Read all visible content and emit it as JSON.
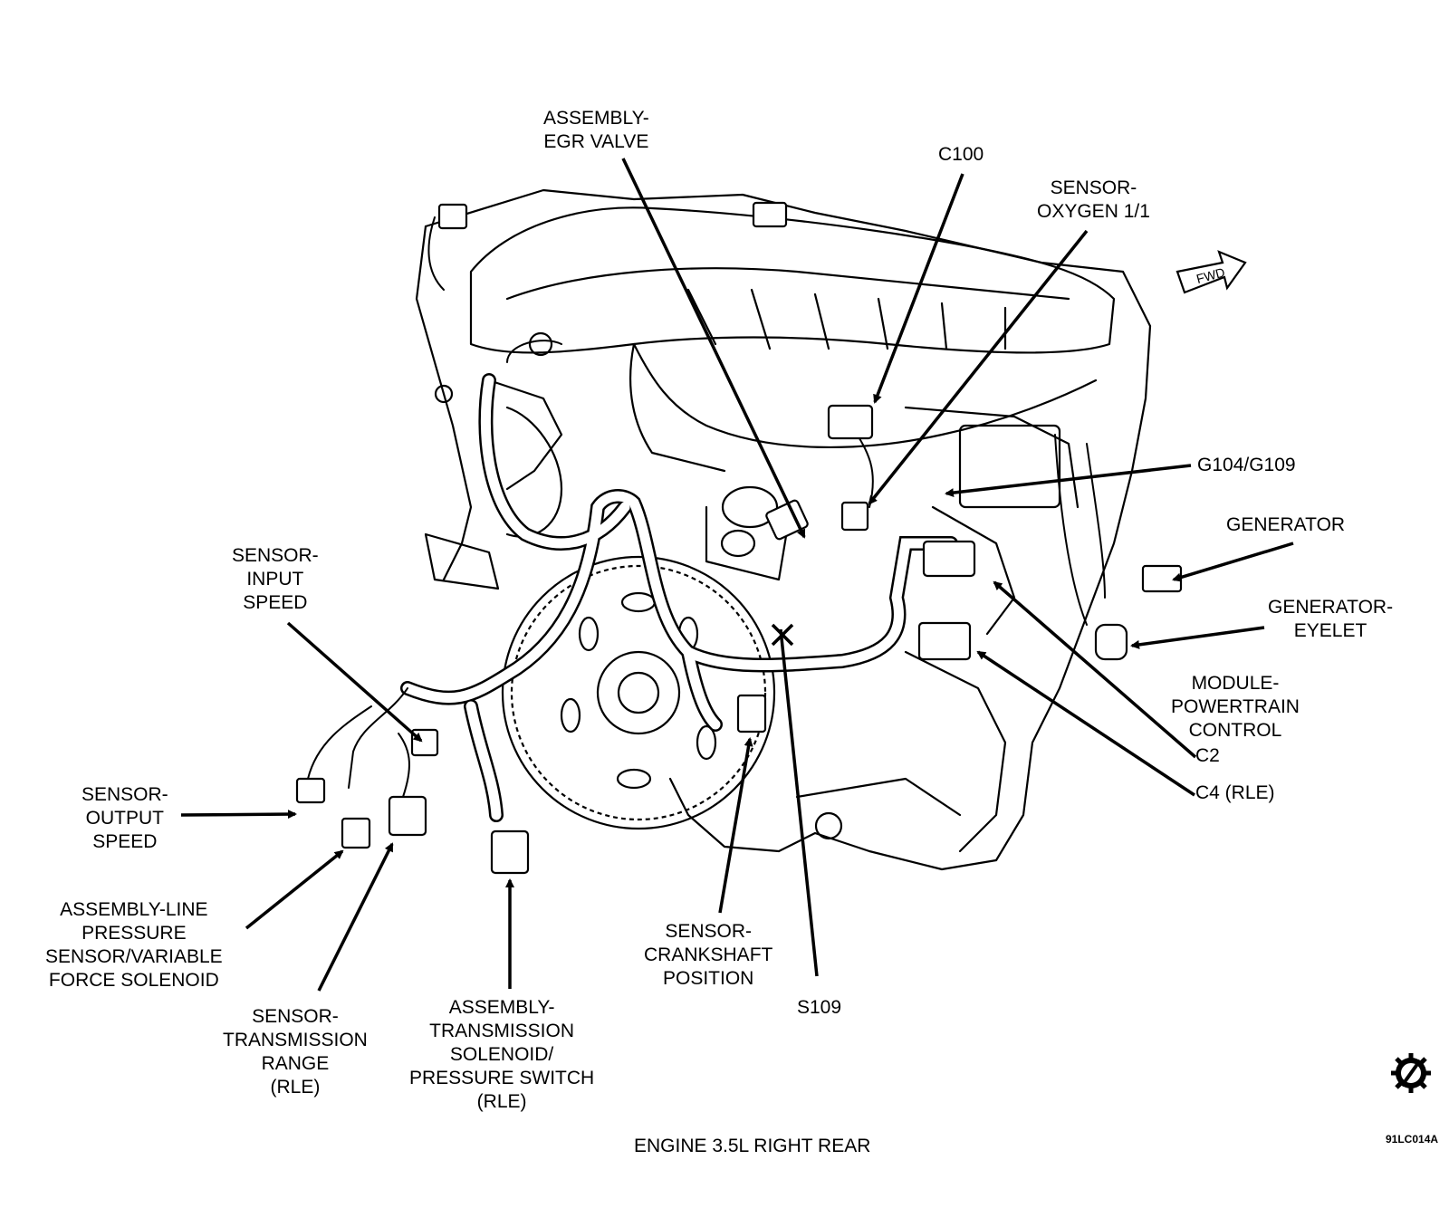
{
  "caption": "ENGINE 3.5L RIGHT REAR",
  "figure_code": "91LC014A",
  "fwd_label": "FWD",
  "icon": "service-gear-icon",
  "labels": {
    "egr_valve": [
      "ASSEMBLY-",
      "EGR VALVE"
    ],
    "c100": [
      "C100"
    ],
    "oxygen_sensor": [
      "SENSOR-",
      "OXYGEN 1/1"
    ],
    "g104_g109": [
      "G104/G109"
    ],
    "generator": [
      "GENERATOR"
    ],
    "generator_eyelet": [
      "GENERATOR-",
      "EYELET"
    ],
    "pcm": [
      "MODULE-",
      "POWERTRAIN",
      "CONTROL"
    ],
    "c2": [
      "C2"
    ],
    "c4": [
      "C4 (RLE)"
    ],
    "input_speed": [
      "SENSOR-",
      "INPUT",
      "SPEED"
    ],
    "output_speed": [
      "SENSOR-",
      "OUTPUT",
      "SPEED"
    ],
    "line_pressure": [
      "ASSEMBLY-LINE",
      "PRESSURE",
      "SENSOR/VARIABLE",
      "FORCE SOLENOID"
    ],
    "trans_range": [
      "SENSOR-",
      "TRANSMISSION",
      "RANGE",
      "(RLE)"
    ],
    "trans_solenoid": [
      "ASSEMBLY-",
      "TRANSMISSION",
      "SOLENOID/",
      "PRESSURE SWITCH",
      "(RLE)"
    ],
    "crankshaft": [
      "SENSOR-",
      "CRANKSHAFT",
      "POSITION"
    ],
    "s109": [
      "S109"
    ]
  }
}
